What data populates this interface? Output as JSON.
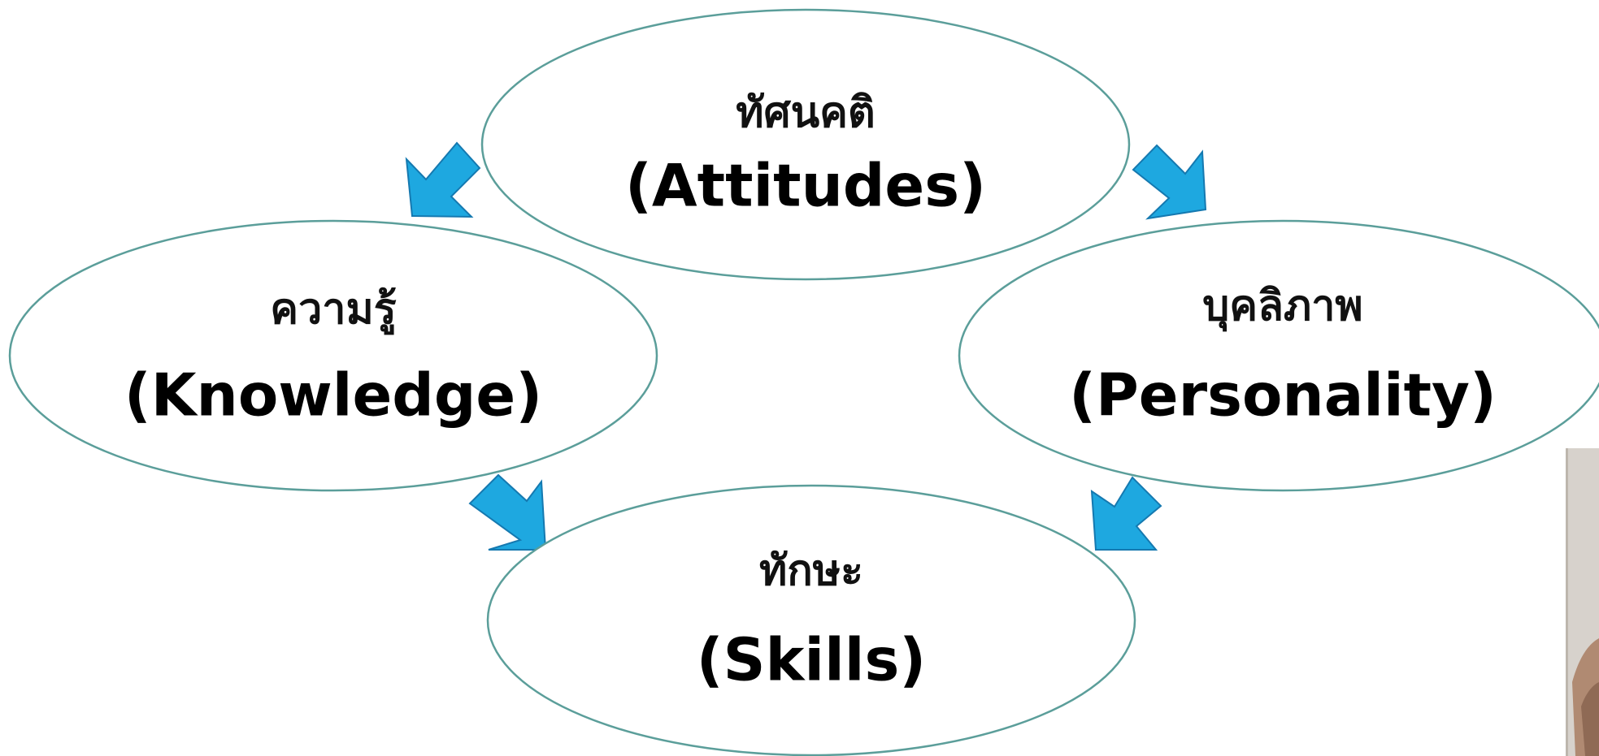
{
  "diagram": {
    "nodes": [
      {
        "id": "attitudes",
        "thai": "ทัศนคติ",
        "english": "(Attitudes)"
      },
      {
        "id": "knowledge",
        "thai": "ความรู้",
        "english": "(Knowledge)"
      },
      {
        "id": "personality",
        "thai": "บุคลิภาพ",
        "english": "(Personality)"
      },
      {
        "id": "skills",
        "thai": "ทักษะ",
        "english": "(Skills)"
      }
    ],
    "colors": {
      "ellipse_border": "#5b9e9a",
      "arrow_fill": "#1ea8e0",
      "arrow_border": "#1579b0",
      "text": "#111111"
    }
  }
}
